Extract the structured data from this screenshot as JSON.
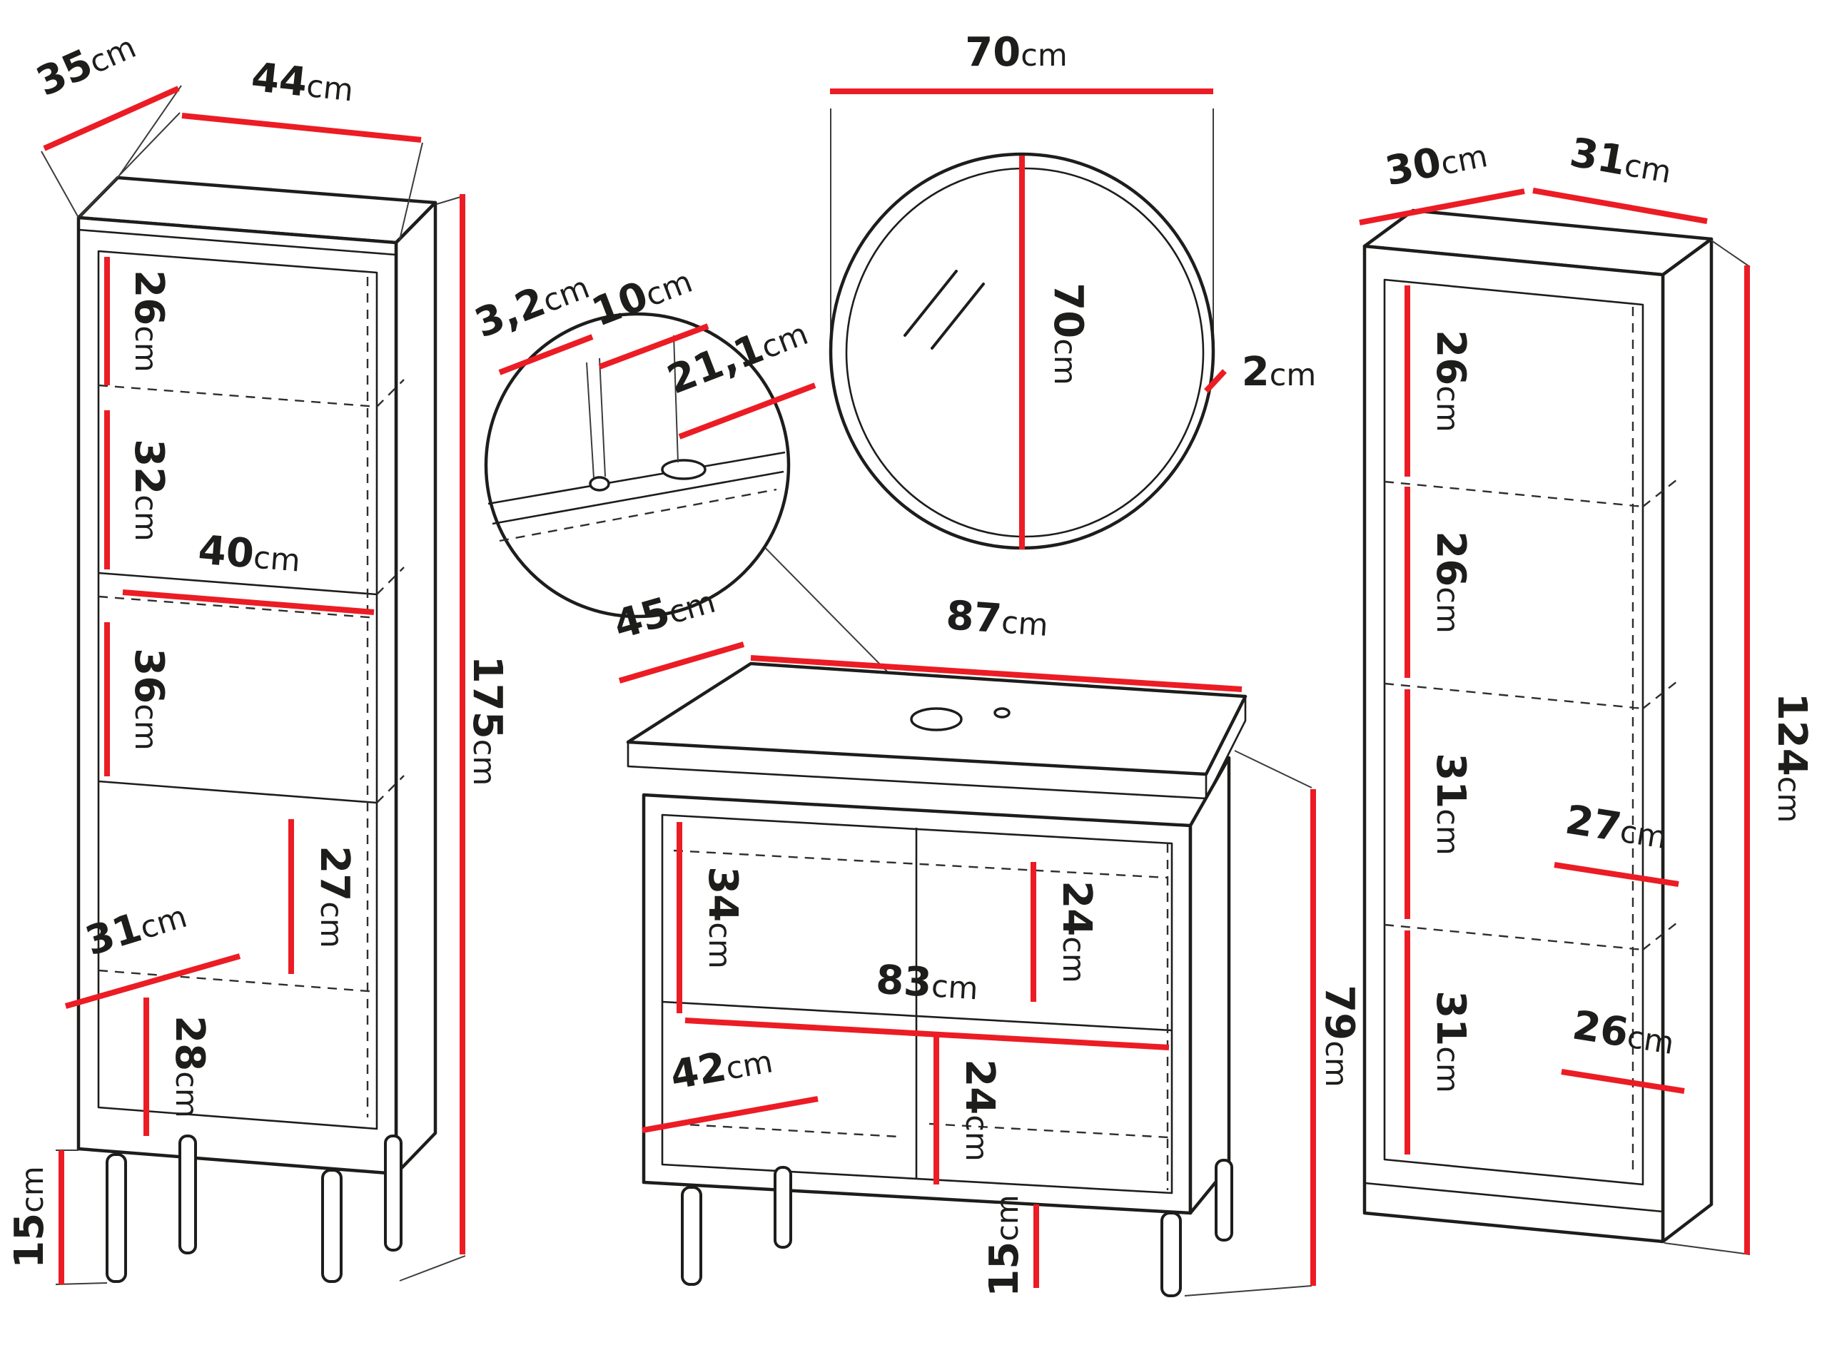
{
  "colors": {
    "dimension_red": "#ec1c24",
    "outline": "#1d1d1b"
  },
  "unit": "cm",
  "tall_cabinet": {
    "depth": {
      "v": "35",
      "u": "cm"
    },
    "width": {
      "v": "44",
      "u": "cm"
    },
    "height": {
      "v": "175",
      "u": "cm"
    },
    "leg_height": {
      "v": "15",
      "u": "cm"
    },
    "top_section_height": {
      "v": "26",
      "u": "cm"
    },
    "second_section_height": {
      "v": "32",
      "u": "cm"
    },
    "shelf_width": {
      "v": "40",
      "u": "cm"
    },
    "third_section_height": {
      "v": "36",
      "u": "cm"
    },
    "door_inner_height": {
      "v": "27",
      "u": "cm"
    },
    "door_inner_width": {
      "v": "31",
      "u": "cm"
    },
    "bottom_section_height": {
      "v": "28",
      "u": "cm"
    }
  },
  "sink_hole_detail": {
    "hole_diameter": {
      "v": "3,2",
      "u": "cm"
    },
    "hole_spacing": {
      "v": "10",
      "u": "cm"
    },
    "hole_offset": {
      "v": "21,1",
      "u": "cm"
    }
  },
  "mirror": {
    "width": {
      "v": "70",
      "u": "cm"
    },
    "height": {
      "v": "70",
      "u": "cm"
    },
    "depth": {
      "v": "2",
      "u": "cm"
    }
  },
  "vanity_cabinet": {
    "depth": {
      "v": "45",
      "u": "cm"
    },
    "width": {
      "v": "87",
      "u": "cm"
    },
    "height": {
      "v": "79",
      "u": "cm"
    },
    "leg_height": {
      "v": "15",
      "u": "cm"
    },
    "upper_inner_height": {
      "v": "34",
      "u": "cm"
    },
    "upper_right_height": {
      "v": "24",
      "u": "cm"
    },
    "inner_width": {
      "v": "83",
      "u": "cm"
    },
    "lower_right_height": {
      "v": "24",
      "u": "cm"
    },
    "lower_inner_width": {
      "v": "42",
      "u": "cm"
    }
  },
  "wall_cabinet": {
    "depth": {
      "v": "30",
      "u": "cm"
    },
    "width": {
      "v": "31",
      "u": "cm"
    },
    "height": {
      "v": "124",
      "u": "cm"
    },
    "section_1_height": {
      "v": "26",
      "u": "cm"
    },
    "section_2_height": {
      "v": "26",
      "u": "cm"
    },
    "section_3_height": {
      "v": "31",
      "u": "cm"
    },
    "inner_width": {
      "v": "27",
      "u": "cm"
    },
    "section_4_height": {
      "v": "31",
      "u": "cm"
    },
    "bottom_inner_width": {
      "v": "26",
      "u": "cm"
    }
  }
}
